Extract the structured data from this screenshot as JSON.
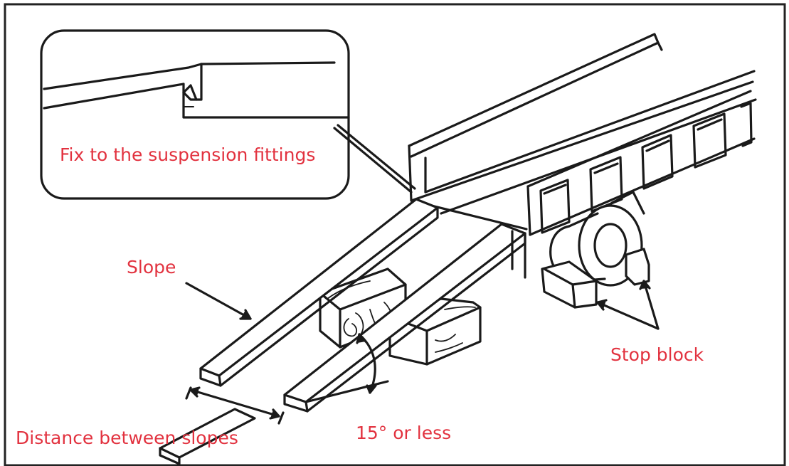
{
  "labels": {
    "fix": "Fix to the suspension fittings",
    "slope": "Slope",
    "stop_block": "Stop block",
    "distance": "Distance between slopes",
    "angle": "15° or less"
  },
  "colors": {
    "label": "#e2323f",
    "line": "#1a1a1a",
    "background": "#ffffff"
  }
}
